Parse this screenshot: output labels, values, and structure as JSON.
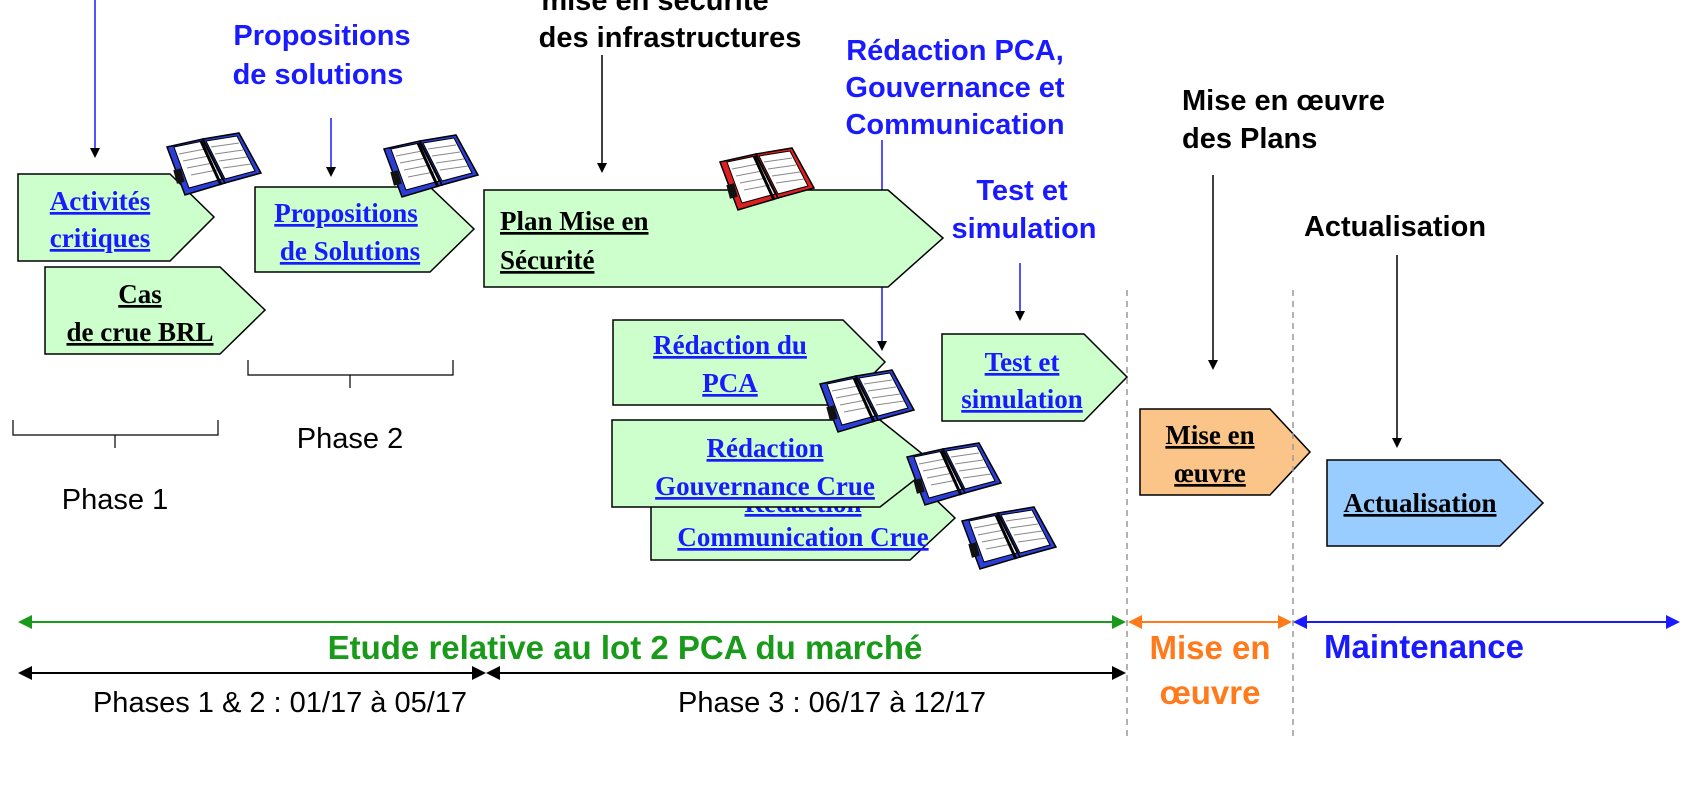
{
  "headers": {
    "infra": [
      "mise en sécurité",
      "des infrastructures"
    ],
    "propositions": [
      "Propositions",
      "de solutions"
    ],
    "redaction": [
      "Rédaction PCA,",
      "Gouvernance et",
      "Communication"
    ],
    "mise_oeuvre_plans": [
      "Mise en œuvre",
      "des Plans"
    ],
    "test": [
      "Test et",
      "simulation"
    ],
    "actualisation": "Actualisation"
  },
  "boxes": {
    "activites": [
      "Activités",
      "critiques"
    ],
    "cas_crue": [
      "Cas",
      "de crue BRL"
    ],
    "propositions": [
      "Propositions",
      "de Solutions"
    ],
    "plan_securite": [
      "Plan Mise en ",
      "Sécurité"
    ],
    "redaction_pca": [
      "Rédaction du",
      "PCA"
    ],
    "gouvernance": [
      "Rédaction",
      "Gouvernance Crue"
    ],
    "communication": [
      "Rédaction",
      "Communication Crue"
    ],
    "test": [
      "Test et ",
      "simulation"
    ],
    "mise_oeuvre": [
      "Mise en ",
      "œuvre"
    ],
    "actualisation": "Actualisation"
  },
  "phases": {
    "phase1": "Phase 1",
    "phase2": "Phase 2"
  },
  "timeline": {
    "etude": "Etude relative au lot 2 PCA du marché",
    "mise_oeuvre": [
      "Mise en",
      "œuvre"
    ],
    "maintenance": "Maintenance",
    "phases12": "Phases 1 & 2 : 01/17 à 05/17",
    "phase3": "Phase 3 : 06/17 à 12/17"
  },
  "colors": {
    "box_green": "#ccffcc",
    "box_orange": "#fbc58a",
    "box_blue": "#99ccff",
    "link_blue": "#1a1aff",
    "timeline_green": "#1a9a1a",
    "timeline_orange": "#ff7a1a",
    "timeline_blue": "#1a1aff",
    "binder_blue": "#2b3fd6",
    "binder_red": "#e02020"
  },
  "icons": [
    "binder-icon"
  ]
}
